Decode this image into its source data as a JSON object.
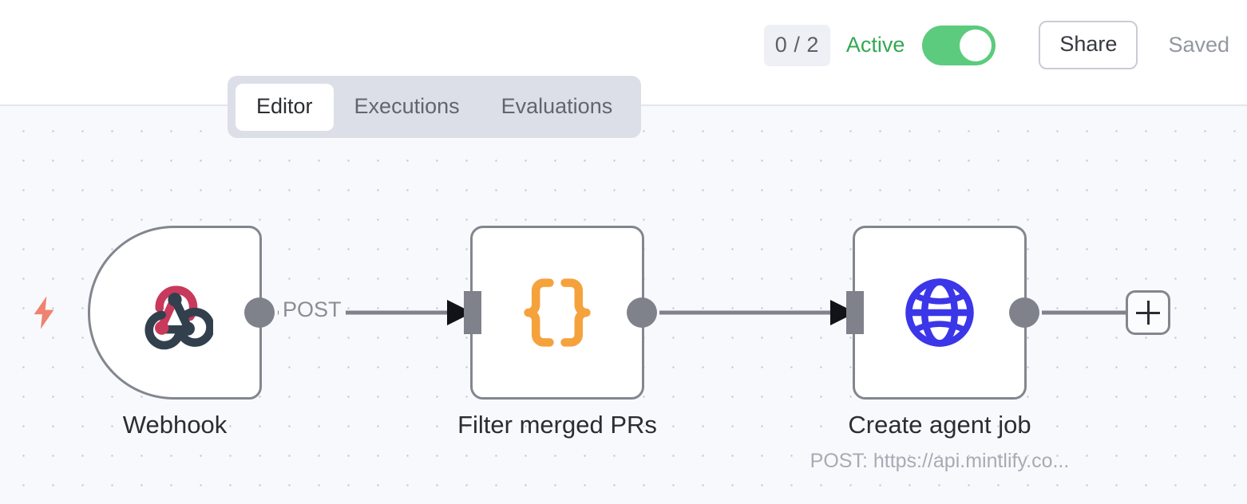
{
  "header": {
    "execution_count": "0 / 2",
    "active_label": "Active",
    "active_toggle_state": "on",
    "share_label": "Share",
    "saved_label": "Saved",
    "active_color": "#34a853",
    "toggle_on_color": "#5ccb7d"
  },
  "tabs": [
    {
      "label": "Editor",
      "active": true
    },
    {
      "label": "Executions",
      "active": false
    },
    {
      "label": "Evaluations",
      "active": false
    }
  ],
  "canvas": {
    "background_color": "#f8f9fd",
    "grid_dot_color": "#c3c6d1",
    "trigger_bolt_color": "#ef8370"
  },
  "nodes": [
    {
      "id": "webhook",
      "label": "Webhook",
      "sublabel": "",
      "icon": "webhook-icon",
      "shape": "trigger",
      "icon_colors": {
        "accent": "#c73a5c",
        "dark": "#32404e"
      }
    },
    {
      "id": "filter-merged-prs",
      "label": "Filter merged PRs",
      "sublabel": "",
      "icon": "code-braces-icon",
      "shape": "square",
      "icon_colors": {
        "accent": "#f5a23d",
        "dark": "#f5a23d"
      }
    },
    {
      "id": "create-agent-job",
      "label": "Create agent job",
      "sublabel": "POST: https://api.mintlify.co...",
      "icon": "globe-icon",
      "shape": "square",
      "icon_colors": {
        "accent": "#3b36e8",
        "dark": "#3b36e8"
      }
    }
  ],
  "edges": [
    {
      "from": "webhook",
      "to": "filter-merged-prs",
      "label": "POST"
    },
    {
      "from": "filter-merged-prs",
      "to": "create-agent-job",
      "label": ""
    }
  ],
  "add_node_button": {
    "label": "+"
  }
}
